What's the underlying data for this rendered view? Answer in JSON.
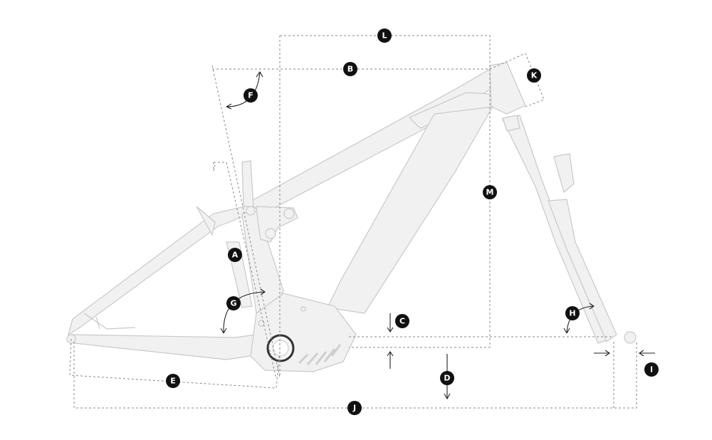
{
  "labels": {
    "A": "A",
    "B": "B",
    "C": "C",
    "D": "D",
    "E": "E",
    "F": "F",
    "G": "G",
    "H": "H",
    "I": "I",
    "J": "J",
    "K": "K",
    "L": "L",
    "M": "M"
  },
  "colors": {
    "frame": "#f1f1f1",
    "frame_edge": "#c9c9c9",
    "dimension_line": "#8a8a8a",
    "badge": "#111111",
    "badge_text": "#ffffff"
  }
}
